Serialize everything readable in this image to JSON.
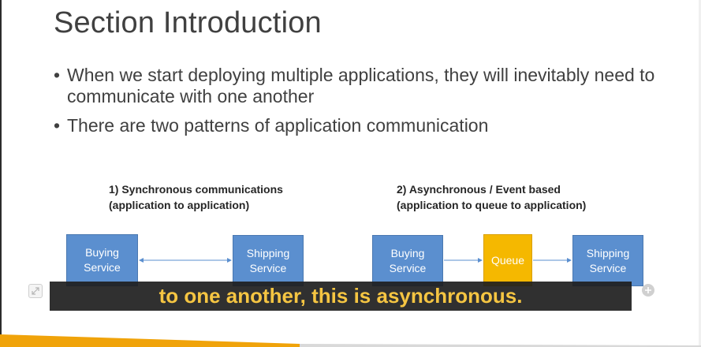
{
  "slide": {
    "title": "Section Introduction",
    "bullets": [
      "When we start deploying multiple applications, they will inevitably need to communicate with one another",
      "There are two patterns of application communication"
    ]
  },
  "sync_pattern": {
    "heading_line1": "1) Synchronous communications",
    "heading_line2": "(application to application)",
    "left_box": {
      "line1": "Buying",
      "line2": "Service"
    },
    "right_box": {
      "line1": "Shipping",
      "line2": "Service"
    }
  },
  "async_pattern": {
    "heading_line1": "2) Asynchronous / Event based",
    "heading_line2": "(application to queue to application)",
    "left_box": {
      "line1": "Buying",
      "line2": "Service"
    },
    "queue_box": {
      "label": "Queue"
    },
    "right_box": {
      "line1": "Shipping",
      "line2": "Service"
    }
  },
  "caption": {
    "text": "to one another, this is asynchronous."
  },
  "icons": {
    "expand": "expand-icon",
    "add": "plus-circle-icon"
  },
  "colors": {
    "service_box": "#5b8fcf",
    "queue_box": "#f5b800",
    "caption_text": "#f5c542",
    "caption_bg": "#1e1e1e",
    "accent_band": "#f0a30a"
  }
}
